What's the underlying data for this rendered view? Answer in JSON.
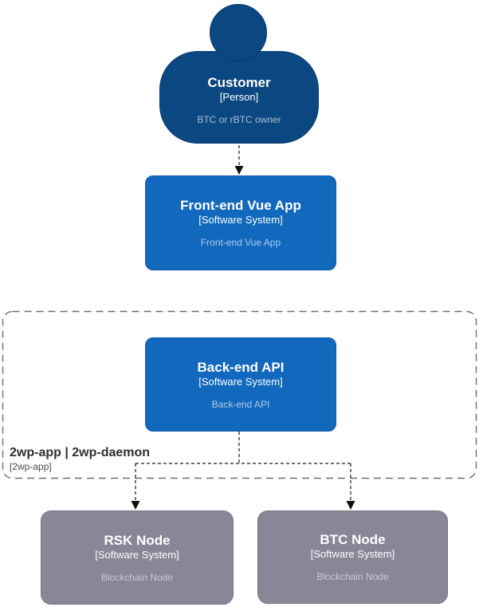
{
  "diagram": {
    "customer": {
      "title": "Customer",
      "type": "[Person]",
      "description": "BTC or rBTC owner"
    },
    "frontend": {
      "title": "Front-end Vue App",
      "type": "[Software System]",
      "description": "Front-end Vue App"
    },
    "boundary": {
      "title": "2wp-app | 2wp-daemon",
      "type": "[2wp-app]"
    },
    "backend": {
      "title": "Back-end API",
      "type": "[Software System]",
      "description": "Back-end API"
    },
    "rsk_node": {
      "title": "RSK Node",
      "type": "[Software System]",
      "description": "Blockchain Node"
    },
    "btc_node": {
      "title": "BTC Node",
      "type": "[Software System]",
      "description": "Blockchain Node"
    },
    "colors": {
      "person_fill": "#0B4780",
      "person_border": "#073B6F",
      "system_fill": "#1168BD",
      "system_border": "#0E5AA6",
      "external_fill": "#8B8598",
      "external_border": "#7A7489",
      "boundary_stroke": "#6E6E6E",
      "connector": "#1C1C1C",
      "background": "#FFFFFF"
    }
  }
}
